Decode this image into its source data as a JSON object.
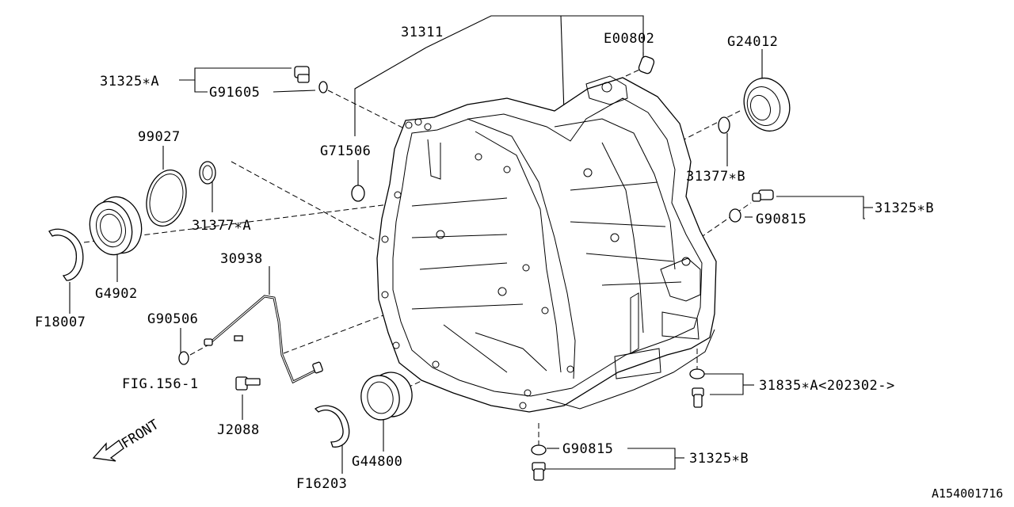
{
  "diagram_id": "A154001716",
  "front_indicator": "FRONT",
  "callouts": [
    {
      "id": "case",
      "text": "31311"
    },
    {
      "id": "pin",
      "text": "E00802"
    },
    {
      "id": "seal-right",
      "text": "G24012"
    },
    {
      "id": "plug-a",
      "text": "31325∗A"
    },
    {
      "id": "gasket-a",
      "text": "G91605"
    },
    {
      "id": "shim-99027",
      "text": "99027"
    },
    {
      "id": "oring-71506",
      "text": "G71506"
    },
    {
      "id": "ring-377b",
      "text": "31377∗B"
    },
    {
      "id": "plug-b-top",
      "text": "31325∗B"
    },
    {
      "id": "gasket-815t",
      "text": "G90815"
    },
    {
      "id": "ring-377a",
      "text": "31377∗A"
    },
    {
      "id": "bearing",
      "text": "G4902"
    },
    {
      "id": "snap-18007",
      "text": "F18007"
    },
    {
      "id": "pipe-30938",
      "text": "30938"
    },
    {
      "id": "washer-506",
      "text": "G90506"
    },
    {
      "id": "fig-ref",
      "text": "FIG.156-1"
    },
    {
      "id": "bolt-j2088",
      "text": "J2088"
    },
    {
      "id": "snap-16203",
      "text": "F16203"
    },
    {
      "id": "bearing-448",
      "text": "G44800"
    },
    {
      "id": "plug-835a",
      "text": "31835∗A<202302->"
    },
    {
      "id": "gasket-815b",
      "text": "G90815"
    },
    {
      "id": "plug-b-bot",
      "text": "31325∗B"
    }
  ]
}
